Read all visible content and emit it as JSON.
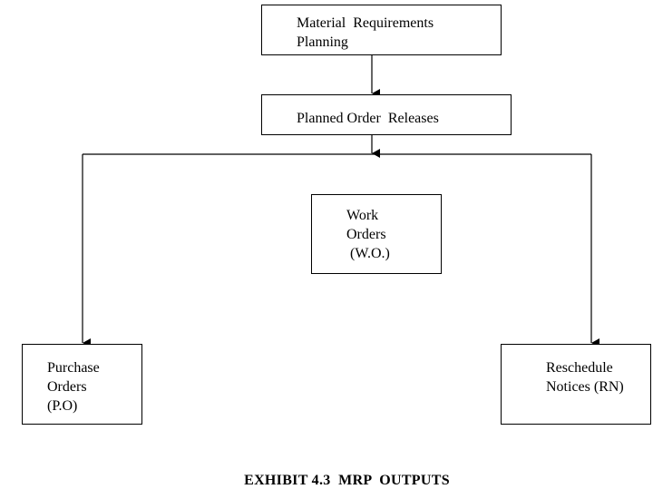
{
  "nodes": {
    "mrp": {
      "line1": "Material  Requirements",
      "line2": "Planning"
    },
    "planned_releases": {
      "label": "Planned Order  Releases"
    },
    "work_orders": {
      "line1": "Work",
      "line2": "Orders",
      "line3": " (W.O.)"
    },
    "purchase_orders": {
      "line1": "Purchase",
      "line2": "Orders",
      "line3": "(P.O)"
    },
    "reschedule_notices": {
      "line1": "Reschedule",
      "line2": "Notices (RN)"
    }
  },
  "caption": "EXHIBIT 4.3  MRP  OUTPUTS"
}
